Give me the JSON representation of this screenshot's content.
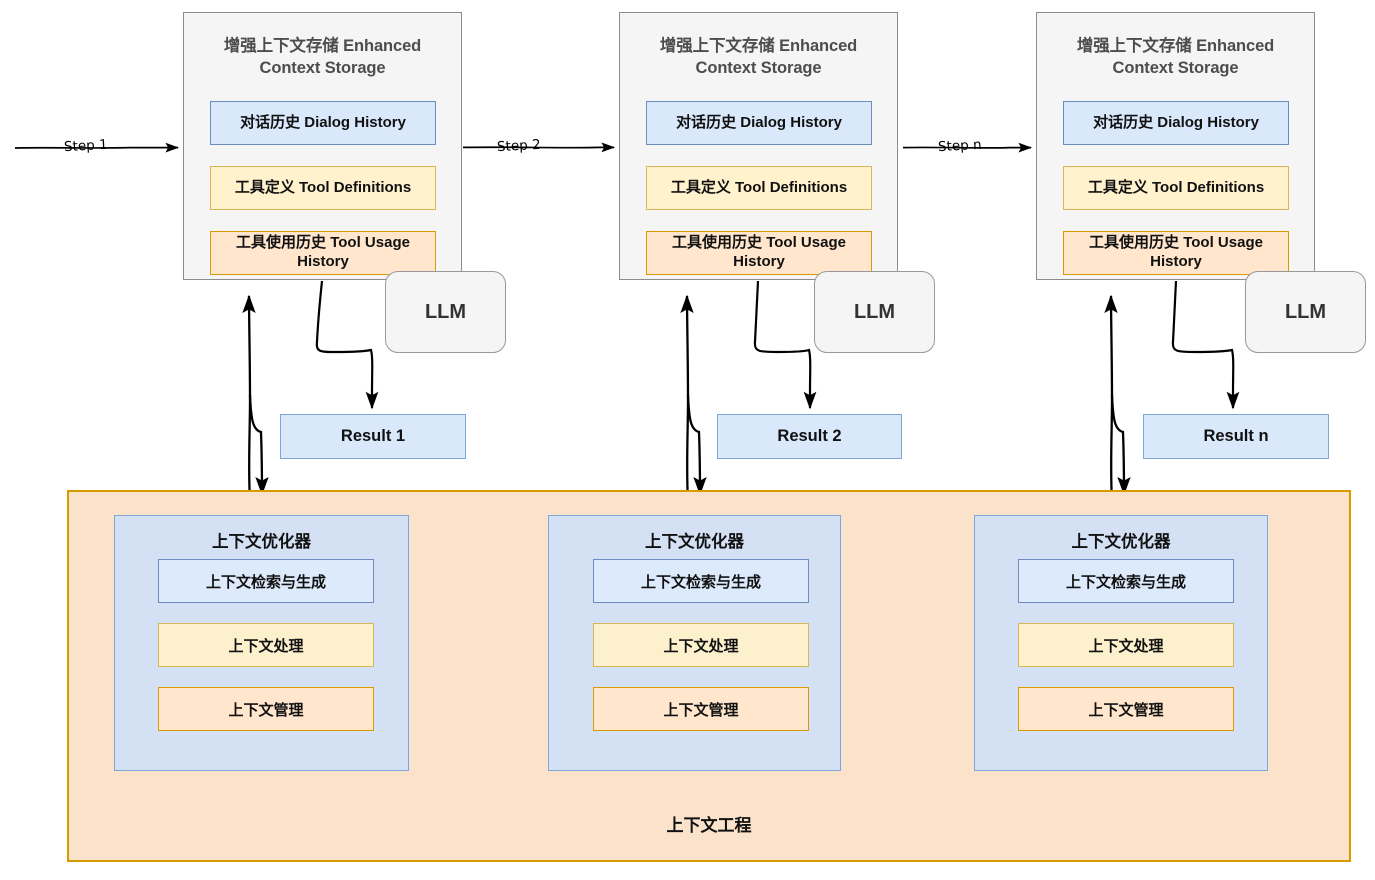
{
  "diagram": {
    "title_cn": "上下文工程",
    "columns": [
      {
        "storage": {
          "title": "增强上下文存储 Enhanced Context Storage",
          "slots": [
            "对话历史 Dialog History",
            "工具定义 Tool Definitions",
            "工具使用历史 Tool Usage History"
          ]
        },
        "llm_label": "LLM",
        "result_label": "Result 1",
        "step_label": "Step 1",
        "optimizer": {
          "title": "上下文优化器",
          "slots": [
            "上下文检索与生成",
            "上下文处理",
            "上下文管理"
          ]
        }
      },
      {
        "storage": {
          "title": "增强上下文存储 Enhanced Context Storage",
          "slots": [
            "对话历史 Dialog History",
            "工具定义 Tool Definitions",
            "工具使用历史 Tool Usage History"
          ]
        },
        "llm_label": "LLM",
        "result_label": "Result 2",
        "step_label": "Step 2",
        "optimizer": {
          "title": "上下文优化器",
          "slots": [
            "上下文检索与生成",
            "上下文处理",
            "上下文管理"
          ]
        }
      },
      {
        "storage": {
          "title": "增强上下文存储 Enhanced Context Storage",
          "slots": [
            "对话历史 Dialog History",
            "工具定义 Tool Definitions",
            "工具使用历史 Tool Usage History"
          ]
        },
        "llm_label": "LLM",
        "result_label": "Result n",
        "step_label": "Step n",
        "optimizer": {
          "title": "上下文优化器",
          "slots": [
            "上下文检索与生成",
            "上下文处理",
            "上下文管理"
          ]
        }
      }
    ],
    "colors": {
      "blue_fill": "#dae8fc",
      "blue_border": "#6c8ebf",
      "yellow_fill": "#fff2cc",
      "yellow_border": "#d6b656",
      "orange_fill": "#ffe6cc",
      "orange_border": "#d79b00",
      "card_fill": "#f5f5f5",
      "card_border": "#8c8c8c",
      "container_fill": "#fbe3cb",
      "optimizer_fill": "#d4e1f5",
      "arrow": "#000000"
    }
  }
}
